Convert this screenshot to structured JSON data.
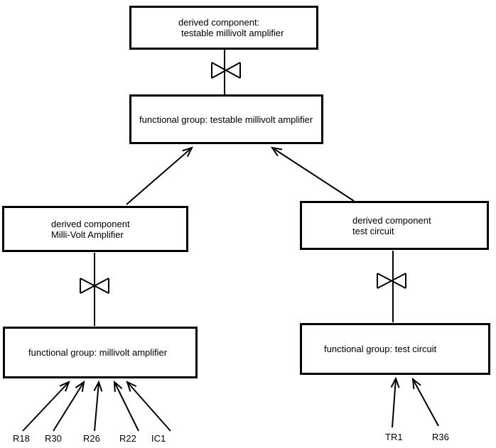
{
  "diagram": {
    "colors": {
      "line": "#000000",
      "background": "#ffffff",
      "box_border": "#000000"
    },
    "icons": {
      "decomposition_symbol": "bowtie-icon",
      "relation_arrow": "open-arrowhead"
    },
    "boxes": {
      "derived_testable": {
        "line1": "derived component:",
        "line2": "testable millivolt amplifier"
      },
      "fg_testable": {
        "label": "functional group: testable millivolt amplifier"
      },
      "derived_millivolt": {
        "line1": "derived component",
        "line2": "Milli-Volt Amplifier"
      },
      "derived_test": {
        "line1": "derived component",
        "line2": "test circuit"
      },
      "fg_millivolt": {
        "label": "functional group: millivolt amplifier"
      },
      "fg_test": {
        "label": "functional group: test circuit"
      }
    },
    "left_components": [
      "R18",
      "R30",
      "R26",
      "R22",
      "IC1"
    ],
    "right_components": [
      "TR1",
      "R36"
    ]
  }
}
